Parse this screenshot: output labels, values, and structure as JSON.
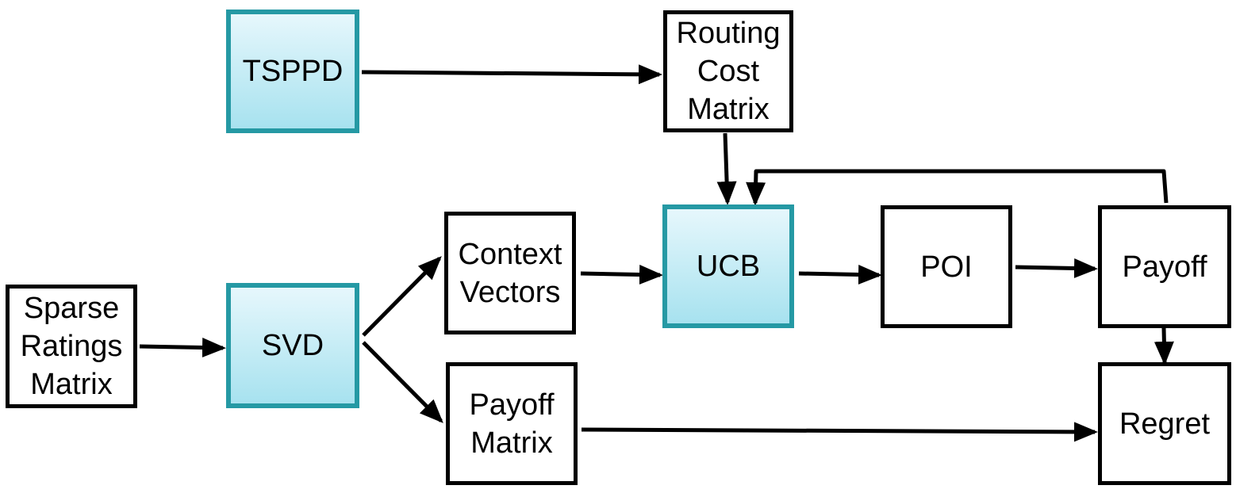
{
  "diagram": {
    "colors": {
      "process_fill_top": "#e6f7fc",
      "process_fill_bottom": "#a7e2ef",
      "process_border": "#2599a4",
      "data_border": "#000000",
      "arrow": "#000000"
    },
    "nodes": {
      "tsppd": "TSPPD",
      "routing_cost_matrix": "Routing\nCost\nMatrix",
      "sparse_ratings_matrix": "Sparse\nRatings\nMatrix",
      "svd": "SVD",
      "context_vectors": "Context\nVectors",
      "payoff_matrix": "Payoff\nMatrix",
      "ucb": "UCB",
      "poi": "POI",
      "payoff": "Payoff",
      "regret": "Regret"
    },
    "edges": [
      {
        "from": "tsppd",
        "to": "routing_cost_matrix"
      },
      {
        "from": "routing_cost_matrix",
        "to": "ucb"
      },
      {
        "from": "sparse_ratings_matrix",
        "to": "svd"
      },
      {
        "from": "svd",
        "to": "context_vectors"
      },
      {
        "from": "svd",
        "to": "payoff_matrix"
      },
      {
        "from": "context_vectors",
        "to": "ucb"
      },
      {
        "from": "ucb",
        "to": "poi"
      },
      {
        "from": "poi",
        "to": "payoff"
      },
      {
        "from": "payoff",
        "to": "ucb"
      },
      {
        "from": "payoff",
        "to": "regret"
      },
      {
        "from": "payoff_matrix",
        "to": "regret"
      }
    ]
  }
}
